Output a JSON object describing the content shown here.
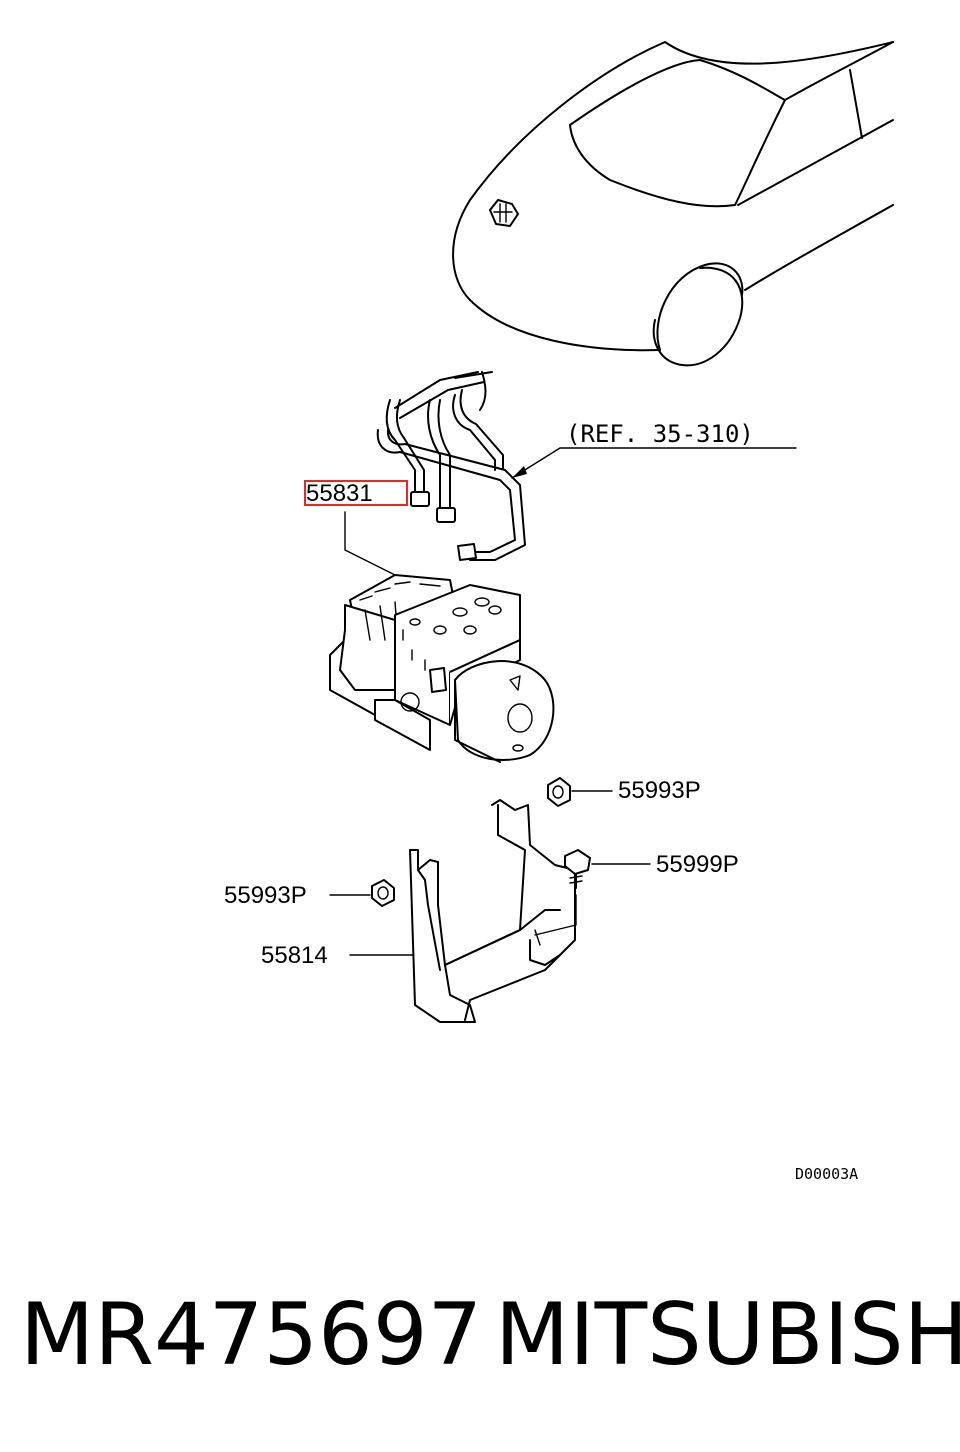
{
  "diagram": {
    "reference_label": "(REF. 35-310)",
    "callouts": {
      "highlighted_part": "55831",
      "nut_upper": "55993P",
      "bolt": "55999P",
      "nut_lower": "55993P",
      "bracket": "55814"
    },
    "drawing_code": "D00003A",
    "highlight_color": "#e8262b"
  },
  "caption": {
    "part_number": "MR475697",
    "brand": "MITSUBISHI"
  }
}
